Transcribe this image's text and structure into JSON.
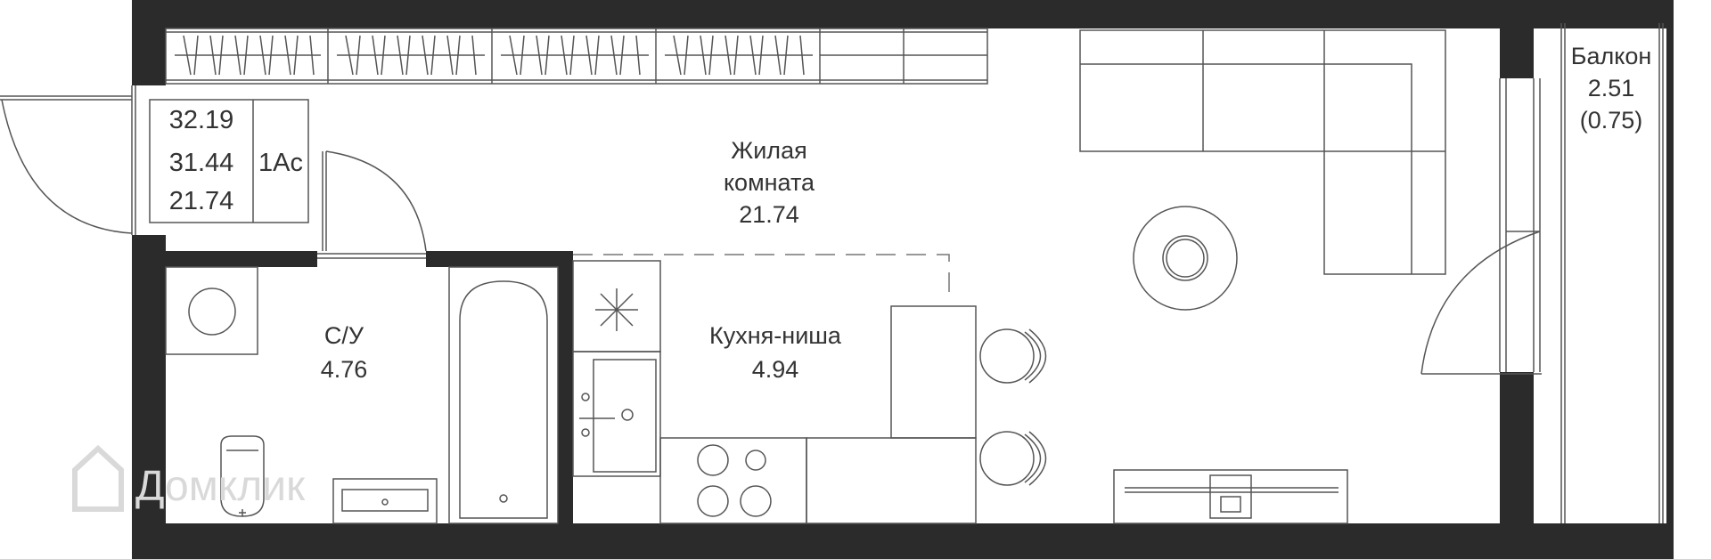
{
  "summary": {
    "total_area": "32.19",
    "area_without_balcony": "31.44",
    "living_area": "21.74",
    "type": "1Ас"
  },
  "rooms": {
    "living": {
      "name_line1": "Жилая",
      "name_line2": "комната",
      "area": "21.74"
    },
    "bathroom": {
      "name": "С/У",
      "area": "4.76"
    },
    "kitchen": {
      "name": "Кухня-ниша",
      "area": "4.94"
    },
    "balcony": {
      "name": "Балкон",
      "area": "2.51",
      "area_coef": "(0.75)"
    }
  },
  "watermark": {
    "text": "Домклик"
  },
  "colors": {
    "wall": "#2b2b2b",
    "line": "#555555",
    "label": "#333333"
  }
}
